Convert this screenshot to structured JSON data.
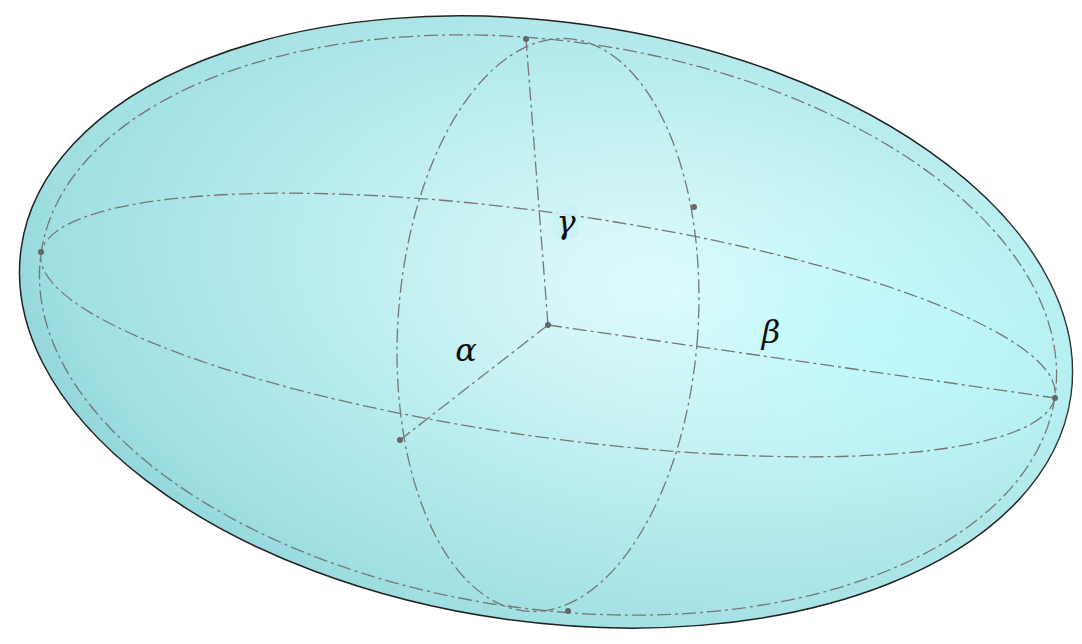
{
  "diagram": {
    "labels": [
      "γ",
      "α",
      "β"
    ]
  }
}
